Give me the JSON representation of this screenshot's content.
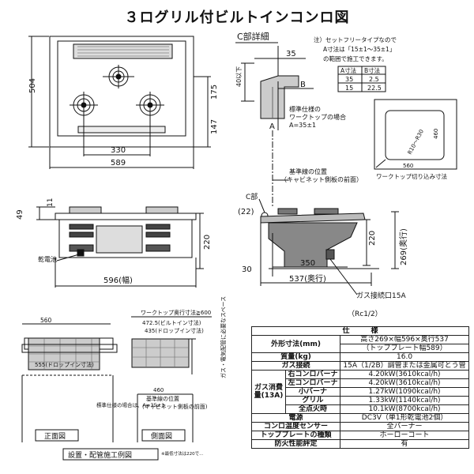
{
  "title": "３ログリル付ビルトインコンロ図",
  "top_view": {
    "d504": "504",
    "d175": "175",
    "d147": "147",
    "d330": "330",
    "d589": "589"
  },
  "front_view": {
    "d49": "49",
    "d11": "11",
    "d220": "220",
    "d596": "596(幅)",
    "battery_label": "乾電池"
  },
  "detail_c": {
    "title": "C部詳細",
    "d35": "35",
    "d40": "40以下",
    "label_a": "A",
    "label_b": "B",
    "std_worktop": [
      "標準仕様の",
      "ワークトップの場合",
      "A=35±1"
    ],
    "ref_line": [
      "基準線の位置",
      "（キャビネット側板の前面）"
    ]
  },
  "note": {
    "lines": [
      "注）セットフリータイプなので",
      "A寸法は「15±1〜35±1」",
      "の範囲で施工できます。"
    ],
    "headers": [
      "A寸法",
      "B寸法"
    ],
    "rows": [
      [
        "35",
        "2.5"
      ],
      [
        "15",
        "22.5"
      ]
    ]
  },
  "cutout": {
    "d560": "560",
    "d460": "460",
    "r": "R10〜R30",
    "caption": "ワークトップ切り込み寸法"
  },
  "side_view": {
    "c_part": "C部",
    "d22": "(22)",
    "d220": "220",
    "d269": "269(奥行)",
    "d30": "30",
    "d350": "350",
    "d537": "537(奥行)",
    "gas": "ガス接続口15A",
    "rc": "（Rc1/2）"
  },
  "install": {
    "d560cut": "560",
    "drop_label": "555(ドロップイン寸法)",
    "worktop_width": "ワークトップ奥行寸法≧600",
    "d4725": "472.5(ビルトイン寸法)",
    "d435": "435(ドロップイン寸法)",
    "note_pipe": "ガス・電気配管に必要なスペース",
    "d460cut": "460",
    "ref1": "基準線の位置",
    "ref2": "(キャビネット側板の前面)",
    "note_a": "標準仕様の場合は、A=35±1",
    "front_label": "正面図",
    "side_label": "側面図",
    "title": "設置・配管施工例図",
    "footnote": "※最低寸法は220で..."
  },
  "spec": {
    "header": "仕　　　様",
    "rows": [
      {
        "key": "外形寸法(mm)",
        "val": "高さ269×幅596×奥行537"
      },
      {
        "key": "",
        "val": "（トッププレート幅589）"
      },
      {
        "key": "質量(kg)",
        "val": "16.0"
      },
      {
        "key": "ガス接続",
        "val": "15A（1/2B）調管または金属可とう管"
      },
      {
        "key": "右コンロバーナ",
        "val": "4.20kW(3610kcal/h)"
      },
      {
        "key": "左コンロバーナ",
        "val": "4.20kW(3610kcal/h)"
      },
      {
        "key": "小バーナ",
        "val": "1.27kW(1090kcal/h)"
      },
      {
        "key": "グリル",
        "val": "1.33kW(1140kcal/h)"
      },
      {
        "key": "全点火時",
        "val": "10.1kW(8700kcal/h)"
      },
      {
        "key": "電源",
        "val": "DC3V（単1形乾電池2個）"
      },
      {
        "key": "コンロ温度センサー",
        "val": "全バーナー"
      },
      {
        "key": "トッププレートの種類",
        "val": "ホーローコート"
      },
      {
        "key": "防火性能評定",
        "val": "有"
      }
    ],
    "gas_group": "ガス消費量(13A)"
  }
}
